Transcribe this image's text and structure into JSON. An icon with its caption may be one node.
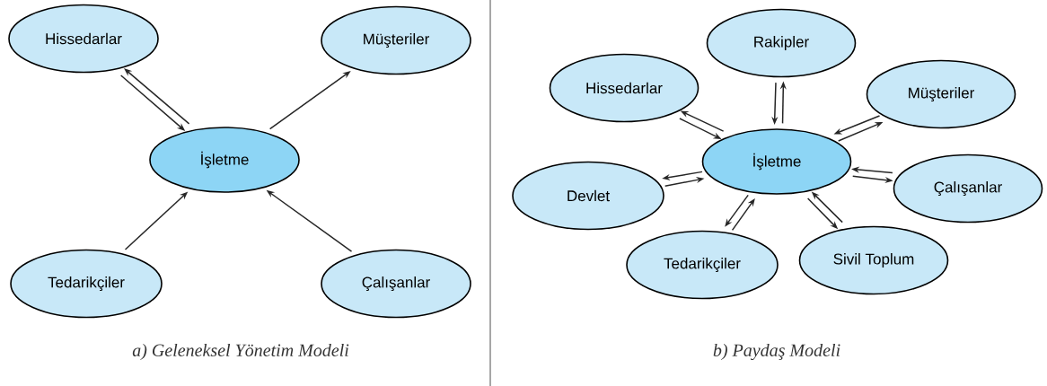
{
  "diagram": {
    "nodes": [
      {
        "text": [
          "Hissedarlar"
        ]
      },
      {
        "text": [
          "Müşteriler"
        ]
      },
      {
        "text": [
          "İşletme"
        ]
      },
      {
        "text": [
          "Tedarikçiler"
        ]
      },
      {
        "text": [
          "Çalışanlar"
        ]
      },
      {
        "text": [
          "Rakipler"
        ]
      },
      {
        "text": [
          "Hissedarlar"
        ]
      },
      {
        "text": [
          "Müşteriler"
        ]
      },
      {
        "text": [
          "İşletme"
        ]
      },
      {
        "text": [
          "Devlet"
        ]
      },
      {
        "text": [
          "Çalışanlar"
        ]
      },
      {
        "text": [
          "Tedarikçiler"
        ]
      },
      {
        "text": [
          "Sivil Toplum"
        ]
      }
    ],
    "edges": [
      {
        "from": 2,
        "to": 0,
        "arrow": "to"
      },
      {
        "from": 0,
        "to": 2,
        "arrow": "to"
      },
      {
        "from": 2,
        "to": 1,
        "arrow": "to"
      },
      {
        "from": 3,
        "to": 2,
        "arrow": "to"
      },
      {
        "from": 4,
        "to": 2,
        "arrow": "to"
      },
      {
        "from": 8,
        "to": 5,
        "arrow": "to"
      },
      {
        "from": 5,
        "to": 8,
        "arrow": "to"
      },
      {
        "from": 8,
        "to": 6,
        "arrow": "to"
      },
      {
        "from": 6,
        "to": 8,
        "arrow": "to"
      },
      {
        "from": 8,
        "to": 7,
        "arrow": "to"
      },
      {
        "from": 7,
        "to": 8,
        "arrow": "to"
      },
      {
        "from": 9,
        "to": 8,
        "arrow": "to"
      },
      {
        "from": 8,
        "to": 9,
        "arrow": "to"
      },
      {
        "from": 8,
        "to": 10,
        "arrow": "to"
      },
      {
        "from": 10,
        "to": 8,
        "arrow": "to"
      },
      {
        "from": 11,
        "to": 8,
        "arrow": "to"
      },
      {
        "from": 8,
        "to": 11,
        "arrow": "to"
      },
      {
        "from": 12,
        "to": 8,
        "arrow": "to"
      },
      {
        "from": 8,
        "to": 12,
        "arrow": "to"
      }
    ],
    "labels": [
      "a) Geleneksel Yönetim Modeli",
      "b) Paydaş Modeli"
    ]
  }
}
